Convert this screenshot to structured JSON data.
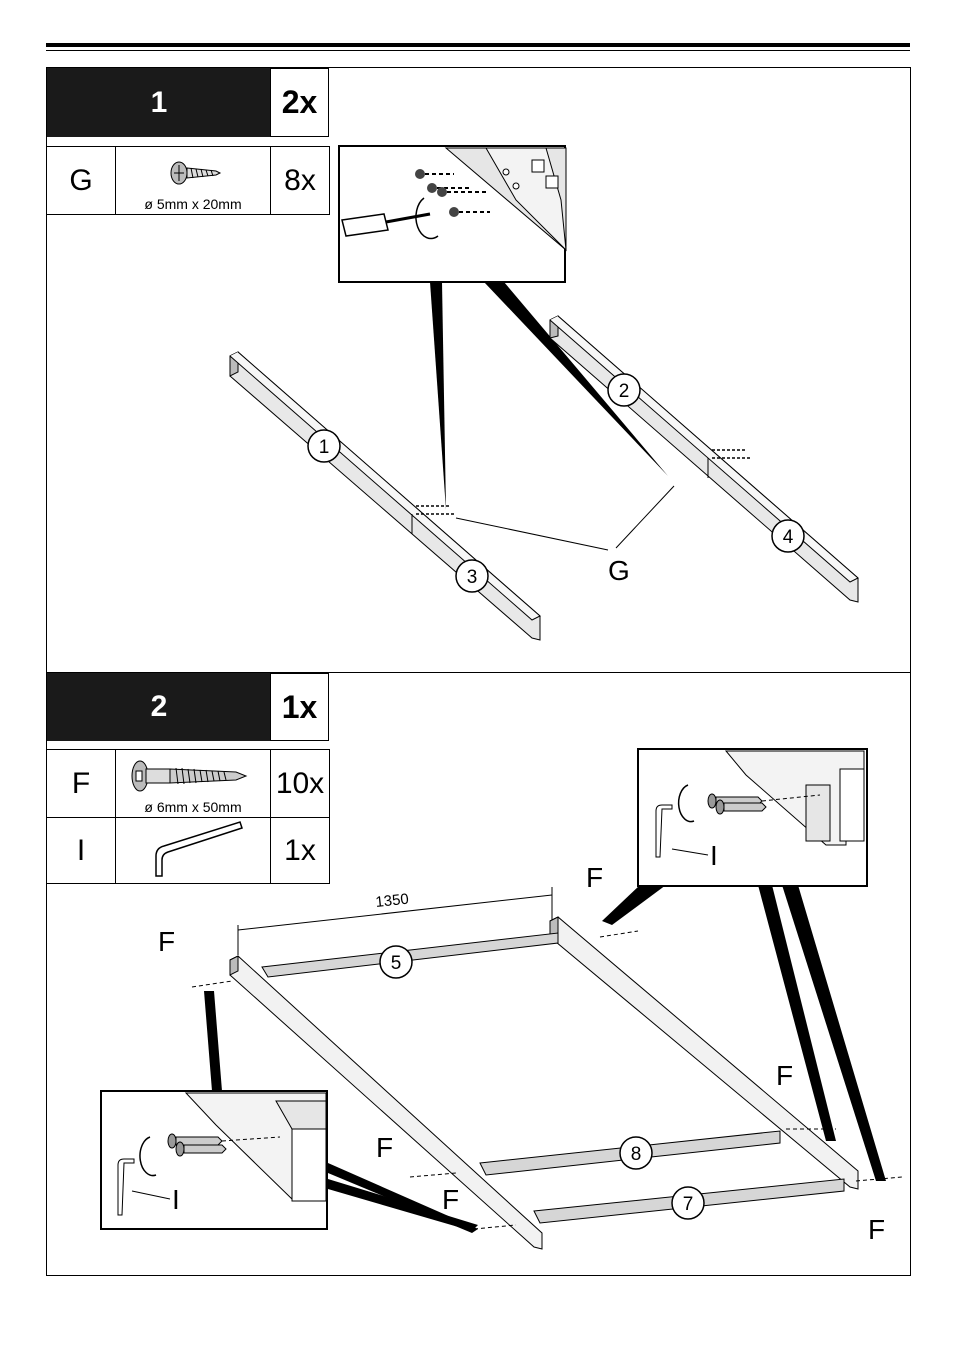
{
  "step1": {
    "number": "1",
    "quantity": "2x",
    "parts": [
      {
        "letter": "G",
        "spec": "ø 5mm x 20mm",
        "count": "8x",
        "icon": "wood-screw-icon"
      }
    ],
    "callout_labels": {
      "fastener": "G"
    },
    "part_numbers": [
      "1",
      "2",
      "3",
      "4"
    ]
  },
  "step2": {
    "number": "2",
    "quantity": "1x",
    "parts": [
      {
        "letter": "F",
        "spec": "ø 6mm x 50mm",
        "count": "10x",
        "icon": "bolt-screw-icon"
      },
      {
        "letter": "I",
        "spec": "",
        "count": "1x",
        "icon": "allen-key-icon"
      }
    ],
    "dimension": "1350",
    "callout_labels": {
      "fastener": "F",
      "tool": "I"
    },
    "part_numbers": [
      "5",
      "8",
      "7"
    ]
  }
}
